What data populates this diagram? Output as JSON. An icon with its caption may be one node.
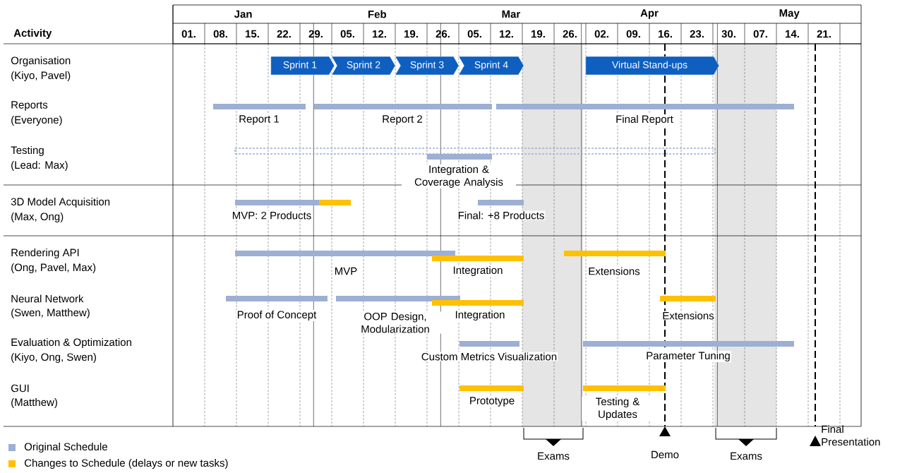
{
  "diagram": {
    "nodes": [
      {
        "text": [
          "Sprint 1"
        ]
      },
      {
        "text": [
          "Sprint 2"
        ]
      },
      {
        "text": [
          "Sprint 3"
        ]
      },
      {
        "text": [
          "Sprint 4"
        ]
      },
      {
        "text": [
          "Virtual Stand-ups"
        ]
      },
      {
        "text": [
          "Report 1"
        ]
      },
      {
        "text": [
          "Report 2"
        ]
      },
      {
        "text": [
          "Final Report"
        ]
      },
      {
        "text": [],
        "shape": "bar"
      },
      {
        "text": [
          "Integration & Coverage Analysis"
        ]
      },
      {
        "text": [
          "MVP: 2 Products"
        ]
      },
      {
        "text": [],
        "shape": "bar"
      },
      {
        "text": [
          "Final: +8 Products"
        ]
      },
      {
        "text": [
          "MVP"
        ]
      },
      {
        "text": [
          "Integration"
        ]
      },
      {
        "text": [
          "Extensions"
        ]
      },
      {
        "text": [
          "Proof of Concept"
        ]
      },
      {
        "text": [
          "OOP Design, Modularization"
        ]
      },
      {
        "text": [
          "Integration"
        ]
      },
      {
        "text": [
          "Extensions"
        ]
      },
      {
        "text": [
          "Custom Metrics Visualization"
        ]
      },
      {
        "text": [
          "Parameter Tuning"
        ]
      },
      {
        "text": [
          "Prototype"
        ]
      },
      {
        "text": [
          "Testing & Updates"
        ]
      }
    ],
    "labels": [
      "Jan",
      "Feb",
      "Mar",
      "Apr",
      "May",
      "Activity",
      "01.",
      "08.",
      "15.",
      "22.",
      "29.",
      "05.",
      "12.",
      "19.",
      "26.",
      "05.",
      "12.",
      "19.",
      "26.",
      "02.",
      "09.",
      "16.",
      "23.",
      "30.",
      "07.",
      "14.",
      "21.",
      "Organisation",
      "(Kiyo, Pavel)",
      "Reports",
      "(Everyone)",
      "Testing",
      "(Lead: Max)",
      "3D Model Acquisition",
      "(Max, Ong)",
      "Rendering API",
      "(Ong, Pavel, Max)",
      "Neural Network",
      "(Swen, Matthew)",
      "Evaluation & Optimization",
      "(Kiyo, Ong, Swen)",
      "GUI",
      "(Matthew)",
      "Exams",
      "Demo",
      "Exams",
      "Final Presentation"
    ],
    "legend": [
      {
        "text": "Original Schedule",
        "color": "#9dafd2"
      },
      {
        "text": "Changes to Schedule (delays or new tasks)",
        "color": "#ffc000"
      }
    ]
  }
}
